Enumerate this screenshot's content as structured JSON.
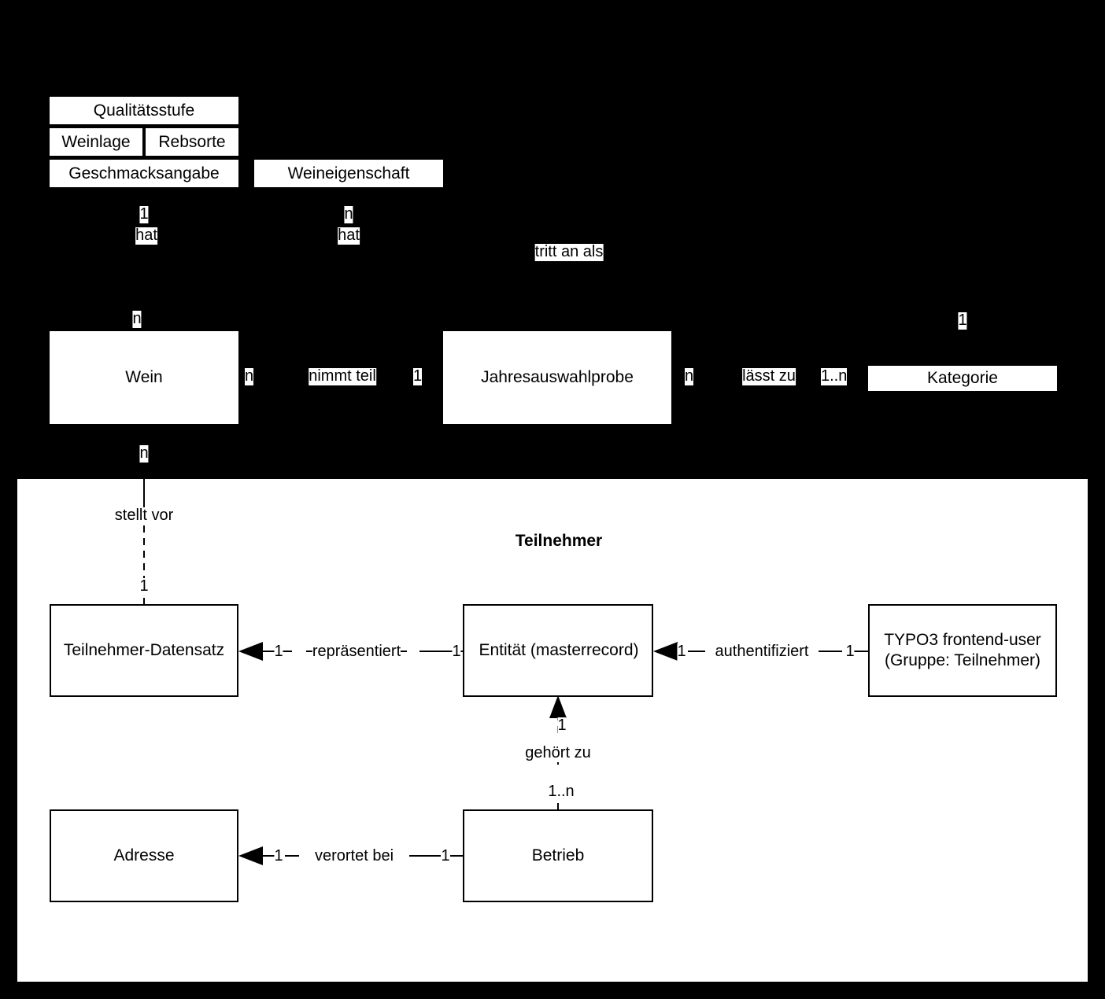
{
  "diagram": {
    "type": "entity-relationship-diagram",
    "background_color": "#000000",
    "panel_color": "#ffffff",
    "line_color": "#000000",
    "panel_title": "Teilnehmer"
  },
  "top_entities": [
    {
      "id": "qualitaetsstufe",
      "label": "Qualitätsstufe"
    },
    {
      "id": "weinlage",
      "label": "Weinlage"
    },
    {
      "id": "rebsorte",
      "label": "Rebsorte"
    },
    {
      "id": "geschmacksangabe",
      "label": "Geschmacksangabe"
    },
    {
      "id": "weineigenschaft",
      "label": "Weineigenschaft"
    }
  ],
  "middle_entities": [
    {
      "id": "wein",
      "label": "Wein"
    },
    {
      "id": "jahresauswahlprobe",
      "label": "Jahresauswahlprobe"
    },
    {
      "id": "kategorie",
      "label": "Kategorie"
    }
  ],
  "panel_entities": [
    {
      "id": "teilnehmer-datensatz",
      "label": "Teilnehmer-Datensatz"
    },
    {
      "id": "entitaet-masterrecord",
      "label": "Entität (masterrecord)"
    },
    {
      "id": "typo3-frontend-user",
      "label": "TYPO3 frontend-user\n(Gruppe: Teilnehmer)"
    },
    {
      "id": "adresse",
      "label": "Adresse"
    },
    {
      "id": "betrieb",
      "label": "Betrieb"
    }
  ],
  "relationships": [
    {
      "id": "hat-qualitaet",
      "verb": "hat",
      "from_card": "1",
      "to_card": "n"
    },
    {
      "id": "hat-weineigenschaft",
      "verb": "hat",
      "from_card": "n",
      "to_card": "n"
    },
    {
      "id": "tritt-an-als",
      "verb": "tritt an als",
      "from_card": "",
      "to_card": "1"
    },
    {
      "id": "nimmt-teil",
      "verb": "nimmt teil",
      "from_card": "n",
      "to_card": "1"
    },
    {
      "id": "laesst-zu",
      "verb": "lässt zu",
      "from_card": "n",
      "to_card": "1..n"
    },
    {
      "id": "stellt-vor",
      "verb": "stellt vor",
      "from_card": "n",
      "to_card": "1"
    },
    {
      "id": "repraesentiert",
      "verb": "repräsentiert",
      "from_card": "1",
      "to_card": "1"
    },
    {
      "id": "authentifiziert",
      "verb": "authentifiziert",
      "from_card": "1",
      "to_card": "1"
    },
    {
      "id": "gehoert-zu",
      "verb": "gehört zu",
      "from_card": "1",
      "to_card": "1..n"
    },
    {
      "id": "verortet-bei",
      "verb": "verortet bei",
      "from_card": "1",
      "to_card": "1"
    }
  ],
  "labels": {
    "hat_1": "1",
    "hat_a": "hat",
    "hat_n": "n",
    "hat_b": "hat",
    "tritt_an_als": "tritt an als",
    "wein_top_n": "n",
    "wein_right_n": "n",
    "nimmt_teil": "nimmt teil",
    "jap_left_1": "1",
    "jap_right_n": "n",
    "laesst_zu": "lässt zu",
    "kat_left_1n": "1..n",
    "kat_top_1": "1",
    "wein_bottom_n": "n",
    "stellt_vor": "stellt vor",
    "stellt_vor_1": "1",
    "repraesentiert": "repräsentiert",
    "repr_left_1": "1",
    "repr_right_1": "1",
    "authentifiziert": "authentifiziert",
    "auth_left_1": "1",
    "auth_right_1": "1",
    "gehoert_zu": "gehört zu",
    "gehoert_zu_1": "1",
    "gehoert_zu_1n": "1..n",
    "verortet_bei": "verortet bei",
    "verortet_left_1": "1",
    "verortet_right_1": "1"
  }
}
